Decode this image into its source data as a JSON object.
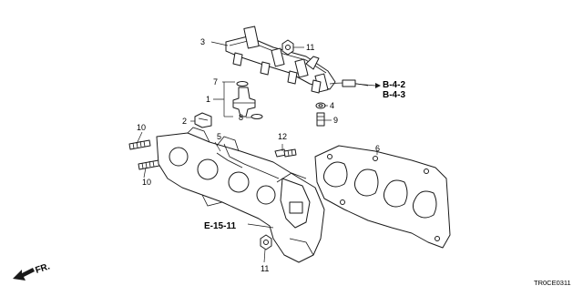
{
  "callouts": {
    "c1": "1",
    "c2": "2",
    "c3": "3",
    "c4": "4",
    "c5": "5",
    "c6": "6",
    "c7": "7",
    "c8": "8",
    "c9": "9",
    "c10a": "10",
    "c10b": "10",
    "c11a": "11",
    "c11b": "11",
    "c12": "12"
  },
  "references": {
    "b42": "B-4-2",
    "b43": "B-4-3",
    "e1511": "E-15-11"
  },
  "direction_label": "FR.",
  "diagram_code": "TR0CE0311"
}
